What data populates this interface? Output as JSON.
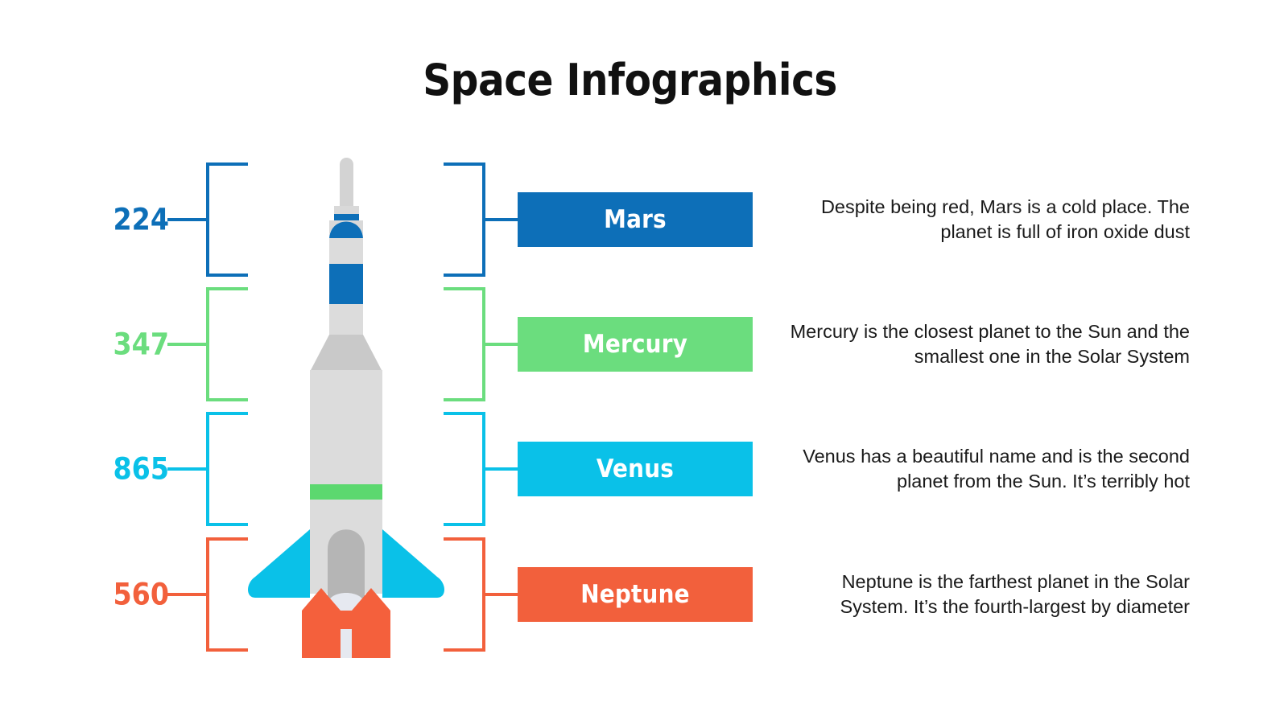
{
  "slide": {
    "title": "Space Infographics",
    "background_color": "#ffffff"
  },
  "rows": [
    {
      "value": "224",
      "planet": "Mars",
      "description": "Despite being red, Mars is a cold place. The planet is full of iron oxide dust",
      "color": "#0D6FB8"
    },
    {
      "value": "347",
      "planet": "Mercury",
      "description": "Mercury is the closest planet to the Sun and the smallest one in the Solar System",
      "color": "#6BDD7E"
    },
    {
      "value": "865",
      "planet": "Venus",
      "description": "Venus has a beautiful name and is the second planet from the Sun. It’s terribly hot",
      "color": "#0AC1E8"
    },
    {
      "value": "560",
      "planet": "Neptune",
      "description": "Neptune is the farthest planet in the Solar System. It’s the fourth-largest by diameter",
      "color": "#F2603C"
    }
  ],
  "illustration": {
    "name": "rocket",
    "colors": {
      "body_light": "#DCDCDC",
      "body_mid": "#C9C9C9",
      "body_dark": "#BFBFBF",
      "nose_accent": "#0D6FB8",
      "stripe_accent": "#5CD86F",
      "wings": "#0AC1E8",
      "legs": "#F4603C",
      "nozzle_tip": "#E6E9F0"
    }
  }
}
